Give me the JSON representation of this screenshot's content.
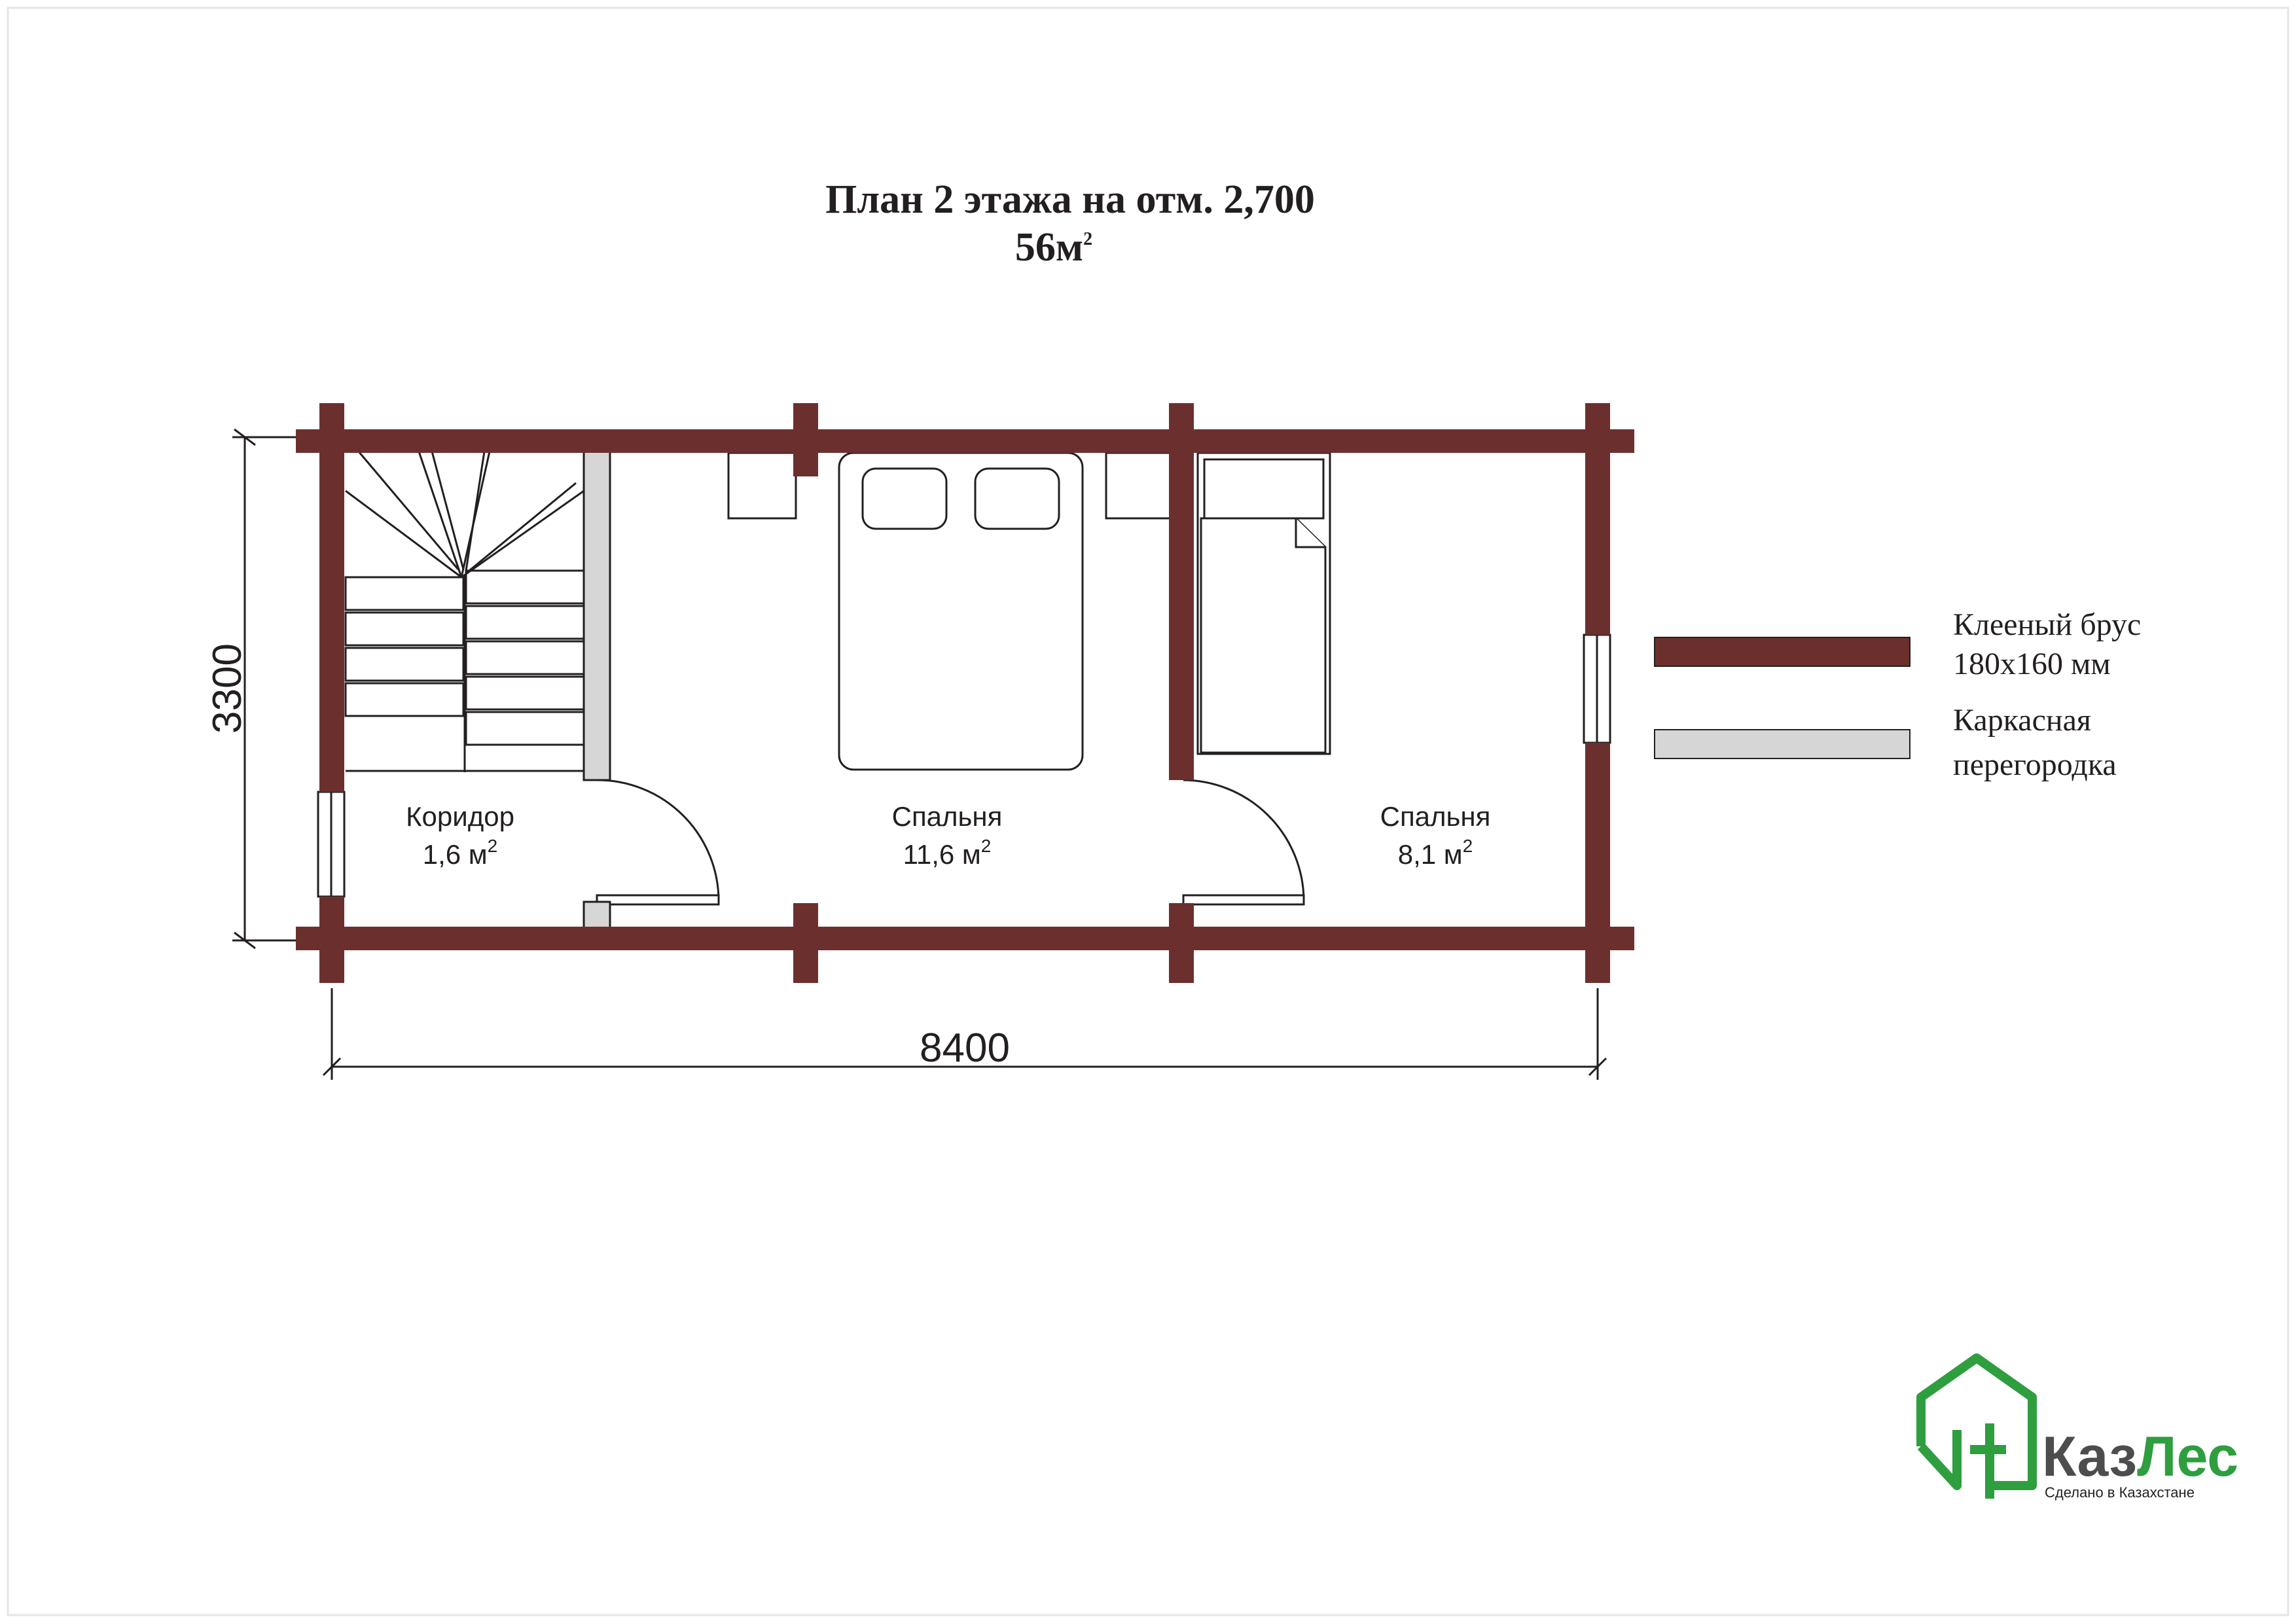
{
  "title": {
    "line1": "План 2 этажа на отм. 2,700",
    "line2": "56м",
    "line2_sup": "2"
  },
  "rooms": [
    {
      "name": "Коридор",
      "area": "1,6 м",
      "unit_sup": "2"
    },
    {
      "name": "Спальня",
      "area": "11,6 м",
      "unit_sup": "2"
    },
    {
      "name": "Спальня",
      "area": "8,1 м",
      "unit_sup": "2"
    }
  ],
  "dimensions": {
    "height": "3300",
    "width": "8400"
  },
  "legend": {
    "items": [
      {
        "line1": "Клееный  брус",
        "line2": "180х160 мм",
        "color": "#6b302e"
      },
      {
        "line1": "Каркасная",
        "line2": "перегородка",
        "color": "#d6d6d6"
      }
    ]
  },
  "logo": {
    "name_part1": "Каз",
    "name_part2": "Лес",
    "tagline": "Сделано  в  Казахстане",
    "color_dark": "#4d4d4d",
    "color_green": "#2e9e3f"
  },
  "colors": {
    "wall": "#6b302e",
    "partition": "#d6d6d6",
    "line": "#231f20"
  }
}
